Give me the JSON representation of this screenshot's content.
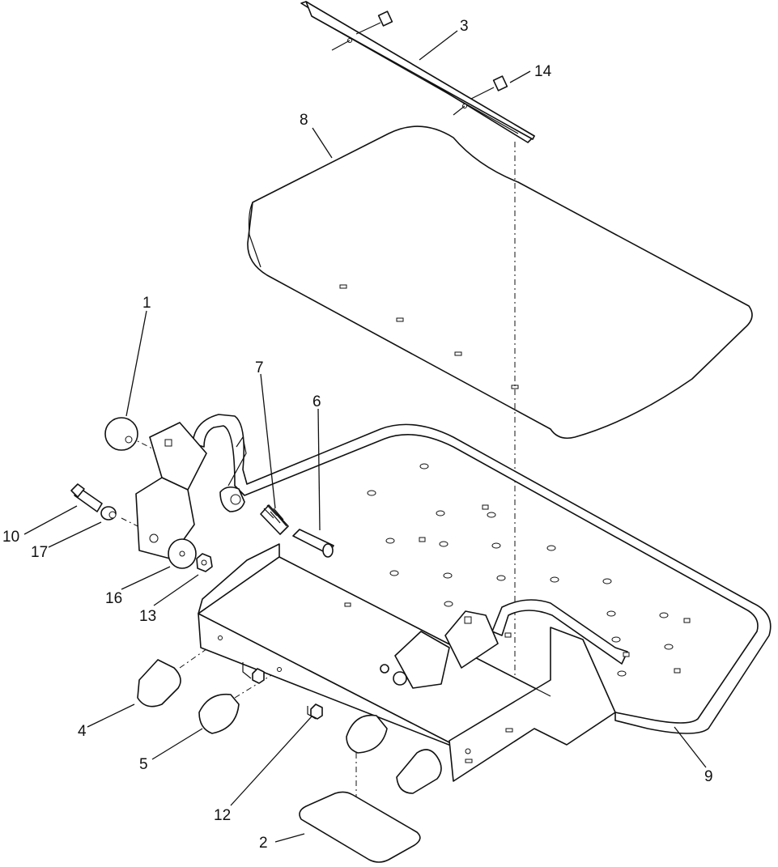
{
  "callouts": [
    {
      "id": "1",
      "label": "1"
    },
    {
      "id": "2",
      "label": "2"
    },
    {
      "id": "3",
      "label": "3"
    },
    {
      "id": "4",
      "label": "4"
    },
    {
      "id": "5",
      "label": "5"
    },
    {
      "id": "6",
      "label": "6"
    },
    {
      "id": "7",
      "label": "7"
    },
    {
      "id": "8",
      "label": "8"
    },
    {
      "id": "9",
      "label": "9"
    },
    {
      "id": "10",
      "label": "10"
    },
    {
      "id": "12",
      "label": "12"
    },
    {
      "id": "13",
      "label": "13"
    },
    {
      "id": "14",
      "label": "14"
    },
    {
      "id": "16",
      "label": "16"
    },
    {
      "id": "17",
      "label": "17"
    }
  ],
  "colors": {
    "line": "#111111",
    "background": "#ffffff"
  }
}
